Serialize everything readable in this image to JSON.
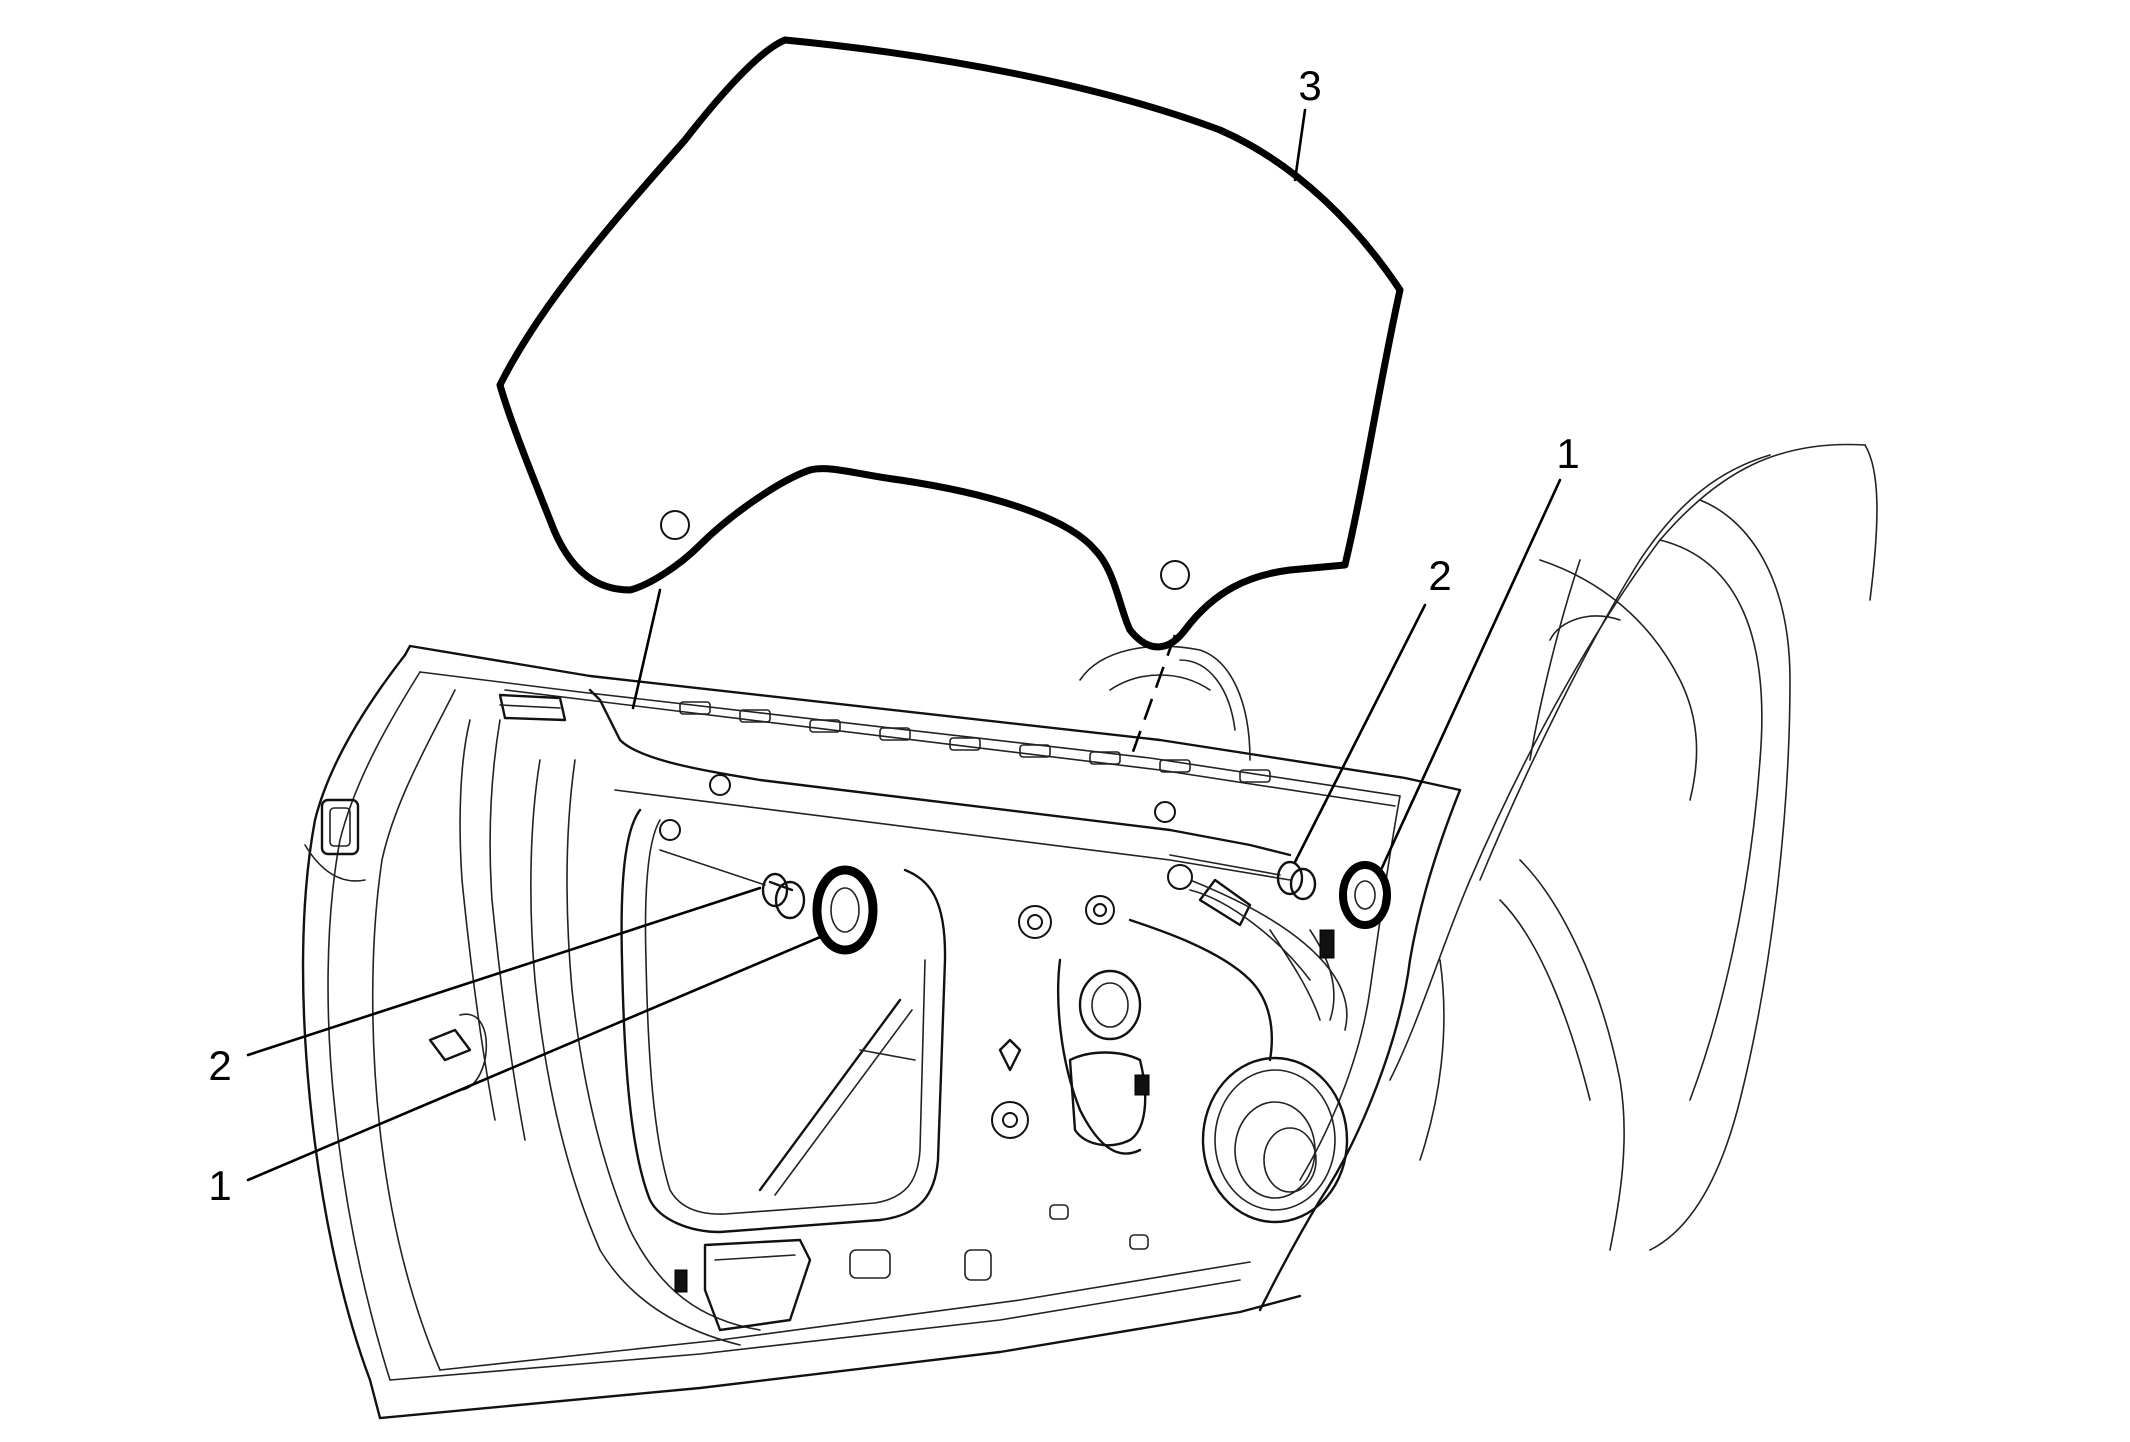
{
  "callouts": {
    "glass": "3",
    "seal_left": "1",
    "seal_right": "1",
    "fastener_left": "2",
    "fastener_right": "2"
  }
}
